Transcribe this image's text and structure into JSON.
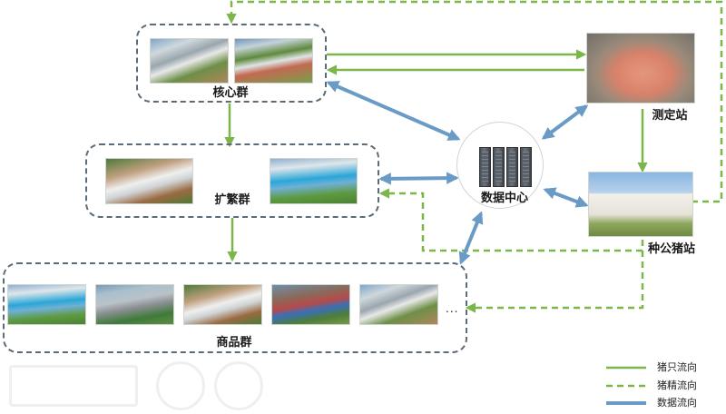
{
  "nodes": {
    "core": "核心群",
    "expansion": "扩繁群",
    "commercial": "商品群",
    "testing_station": "测定站",
    "boar_station": "种公猪站",
    "data_center": "数据中心"
  },
  "commercial_more": "...",
  "legend": {
    "items": [
      {
        "label": "猪只流向",
        "style": "solid",
        "color": "#7ab648"
      },
      {
        "label": "猪精流向",
        "style": "dashed",
        "color": "#7ab648"
      },
      {
        "label": "数据流向",
        "style": "solid-thick",
        "color": "#6a9ac6"
      }
    ]
  },
  "colors": {
    "pig_flow": "#7ab648",
    "data_flow": "#6a9ac6",
    "group_border": "#5b6b78"
  }
}
